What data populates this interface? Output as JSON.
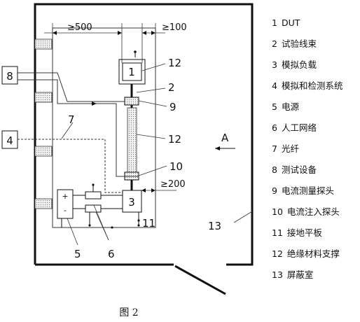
{
  "diagram": {
    "dimensions": {
      "left": "≥500",
      "right": "≥100",
      "bottom": "≥200"
    },
    "labels": {
      "n1": "1",
      "n2": "2",
      "n3": "3",
      "n4": "4",
      "n5": "5",
      "n6": "6",
      "n7": "7",
      "n8": "8",
      "n9": "9",
      "n10": "10",
      "n11": "11",
      "n12a": "12",
      "n12b": "12",
      "n13": "13",
      "arrow_a": "A",
      "plus": "+",
      "minus": "-"
    }
  },
  "legend": [
    {
      "num": "1",
      "text": "DUT"
    },
    {
      "num": "2",
      "text": "试验线束"
    },
    {
      "num": "3",
      "text": "模拟负载"
    },
    {
      "num": "4",
      "text": "模拟和检测系统"
    },
    {
      "num": "5",
      "text": "电源"
    },
    {
      "num": "6",
      "text": "人工网络"
    },
    {
      "num": "7",
      "text": "光纤"
    },
    {
      "num": "8",
      "text": "测试设备"
    },
    {
      "num": "9",
      "text": "电流测量探头"
    },
    {
      "num": "10",
      "text": "电流注入探头"
    },
    {
      "num": "11",
      "text": "接地平板"
    },
    {
      "num": "12",
      "text": "绝缘材料支撑"
    },
    {
      "num": "13",
      "text": "屏蔽室"
    }
  ],
  "caption": "图 2"
}
